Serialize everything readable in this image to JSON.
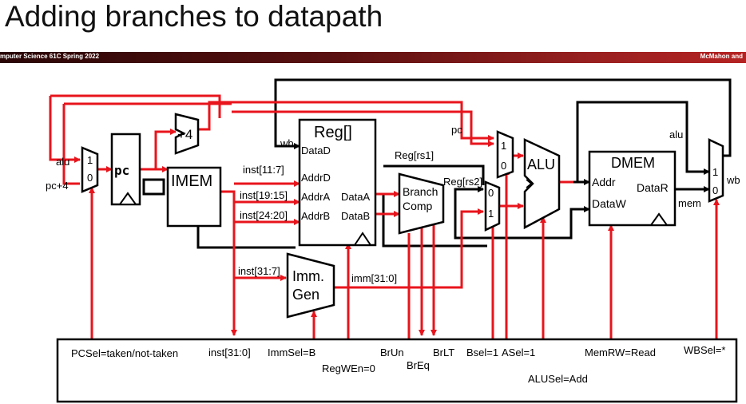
{
  "title": "Adding branches to datapath",
  "banner": {
    "left": "mputer Science 61C Spring 2022",
    "right": "McMahon and"
  },
  "blocks": {
    "pc": "pc",
    "imem": "IMEM",
    "reg": "Reg[]",
    "branch_comp_1": "Branch",
    "branch_comp_2": "Comp",
    "alu": "ALU",
    "dmem": "DMEM",
    "immgen_1": "Imm.",
    "immgen_2": "Gen",
    "plus4": "+4"
  },
  "ports": {
    "dataD": "DataD",
    "addrD": "AddrD",
    "addrA": "AddrA",
    "addrB": "AddrB",
    "dataA": "DataA",
    "dataB": "DataB",
    "dmem_addr": "Addr",
    "dmem_dataw": "DataW",
    "dmem_datar": "DataR"
  },
  "signals": {
    "alu_in": "alu",
    "pc4_in": "pc+4",
    "wb_in": "wb",
    "inst_11_7": "inst[11:7]",
    "inst_19_15": "inst[19:15]",
    "inst_24_20": "inst[24:20]",
    "inst_31_7": "inst[31:7]",
    "imm_31_0": "imm[31:0]",
    "reg_rs1": "Reg[rs1]",
    "reg_rs2": "Reg[rs2]",
    "pc_label": "pc",
    "alu_label": "alu",
    "mem_label": "mem",
    "wb_out": "wb"
  },
  "mux_labels": {
    "pcmux_top": "1",
    "pcmux_bot": "0",
    "amux_top": "1",
    "amux_bot": "0",
    "bmux_top": "0",
    "bmux_bot": "1",
    "wbmux_top": "1",
    "wbmux_bot": "0"
  },
  "controls": {
    "pcsel": "PCSel=taken/not-taken",
    "inst": "inst[31:0]",
    "immsel": "ImmSel=B",
    "regwen": "RegWEn=0",
    "brun": "BrUn",
    "breq": "BrEq",
    "brlt": "BrLT",
    "bsel": "Bsel=1",
    "asel": "ASel=1",
    "alusel": "ALUSel=Add",
    "memrw": "MemRW=Read",
    "wbsel": "WBSel=*"
  },
  "colors": {
    "active_path": "#e8141c",
    "inactive_path": "#000000",
    "banner": "#8a1a1a"
  }
}
